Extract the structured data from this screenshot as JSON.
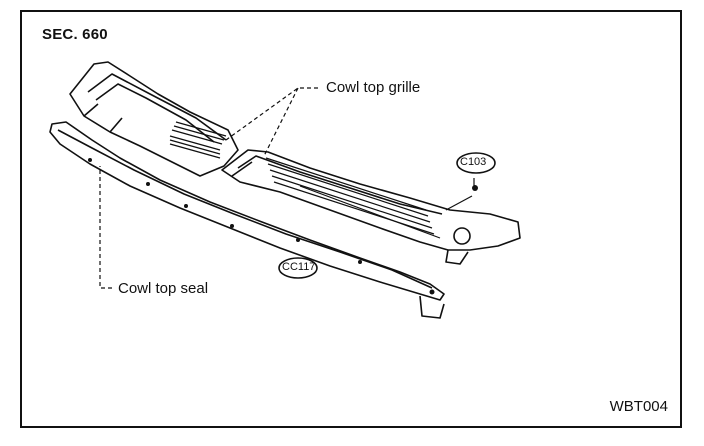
{
  "header": {
    "section": "SEC. 660"
  },
  "labels": {
    "grille": "Cowl top grille",
    "seal": "Cowl top seal",
    "clip1": "C103",
    "clip2": "CC117"
  },
  "footer": {
    "code": "WBT004"
  }
}
